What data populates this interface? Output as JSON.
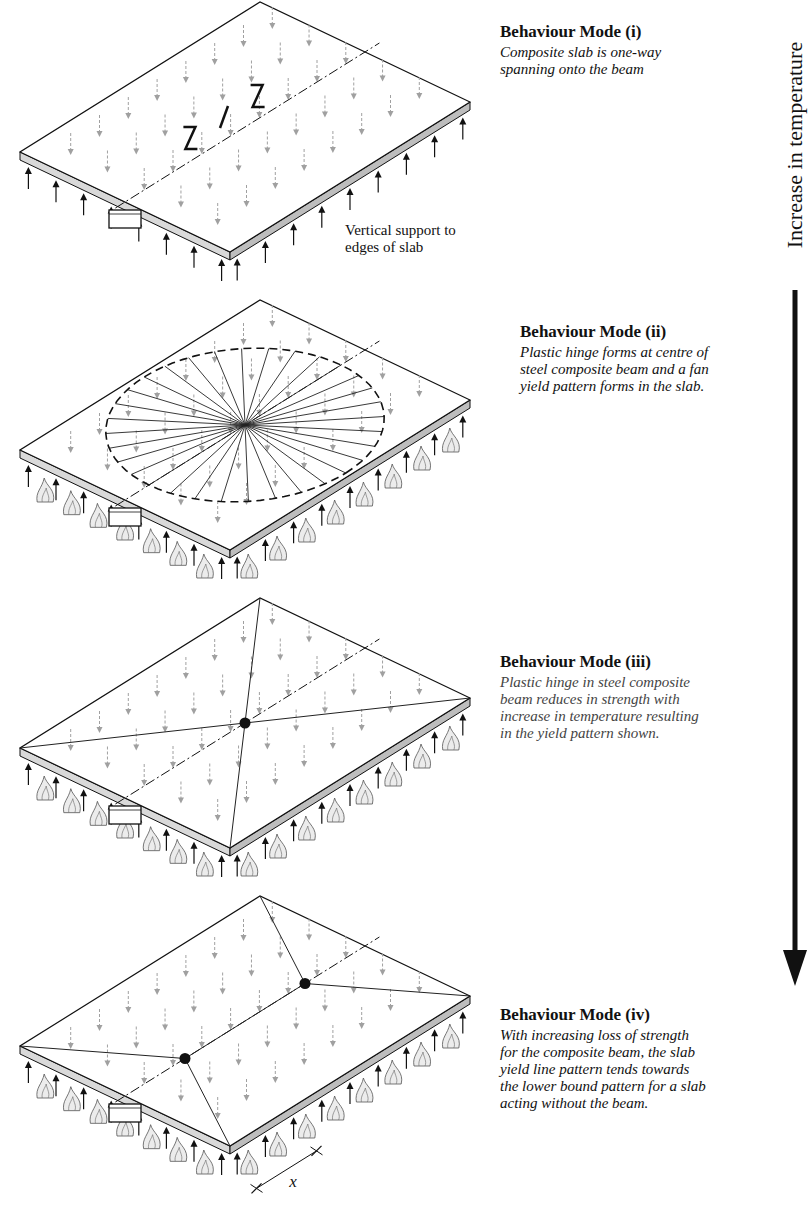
{
  "diagram": {
    "labels": [
      "Behaviour Mode (i)",
      "Composite slab is one-way spanning onto the beam",
      "Increase in temperature",
      "Vertical support to edges of slab",
      "Behaviour Mode (ii)",
      "Plastic hinge forms at centre of steel composite beam and a fan yield pattern forms in the slab.",
      "Behaviour Mode (iii)",
      "Plastic hinge in steel composite beam reduces in strength with increase in temperature resulting in the yield pattern shown.",
      "Behaviour Mode (iv)",
      "With increasing loss of strength for the composite beam, the slab yield line pattern tends towards the lower bound pattern for a slab acting without the beam.",
      "x"
    ]
  }
}
